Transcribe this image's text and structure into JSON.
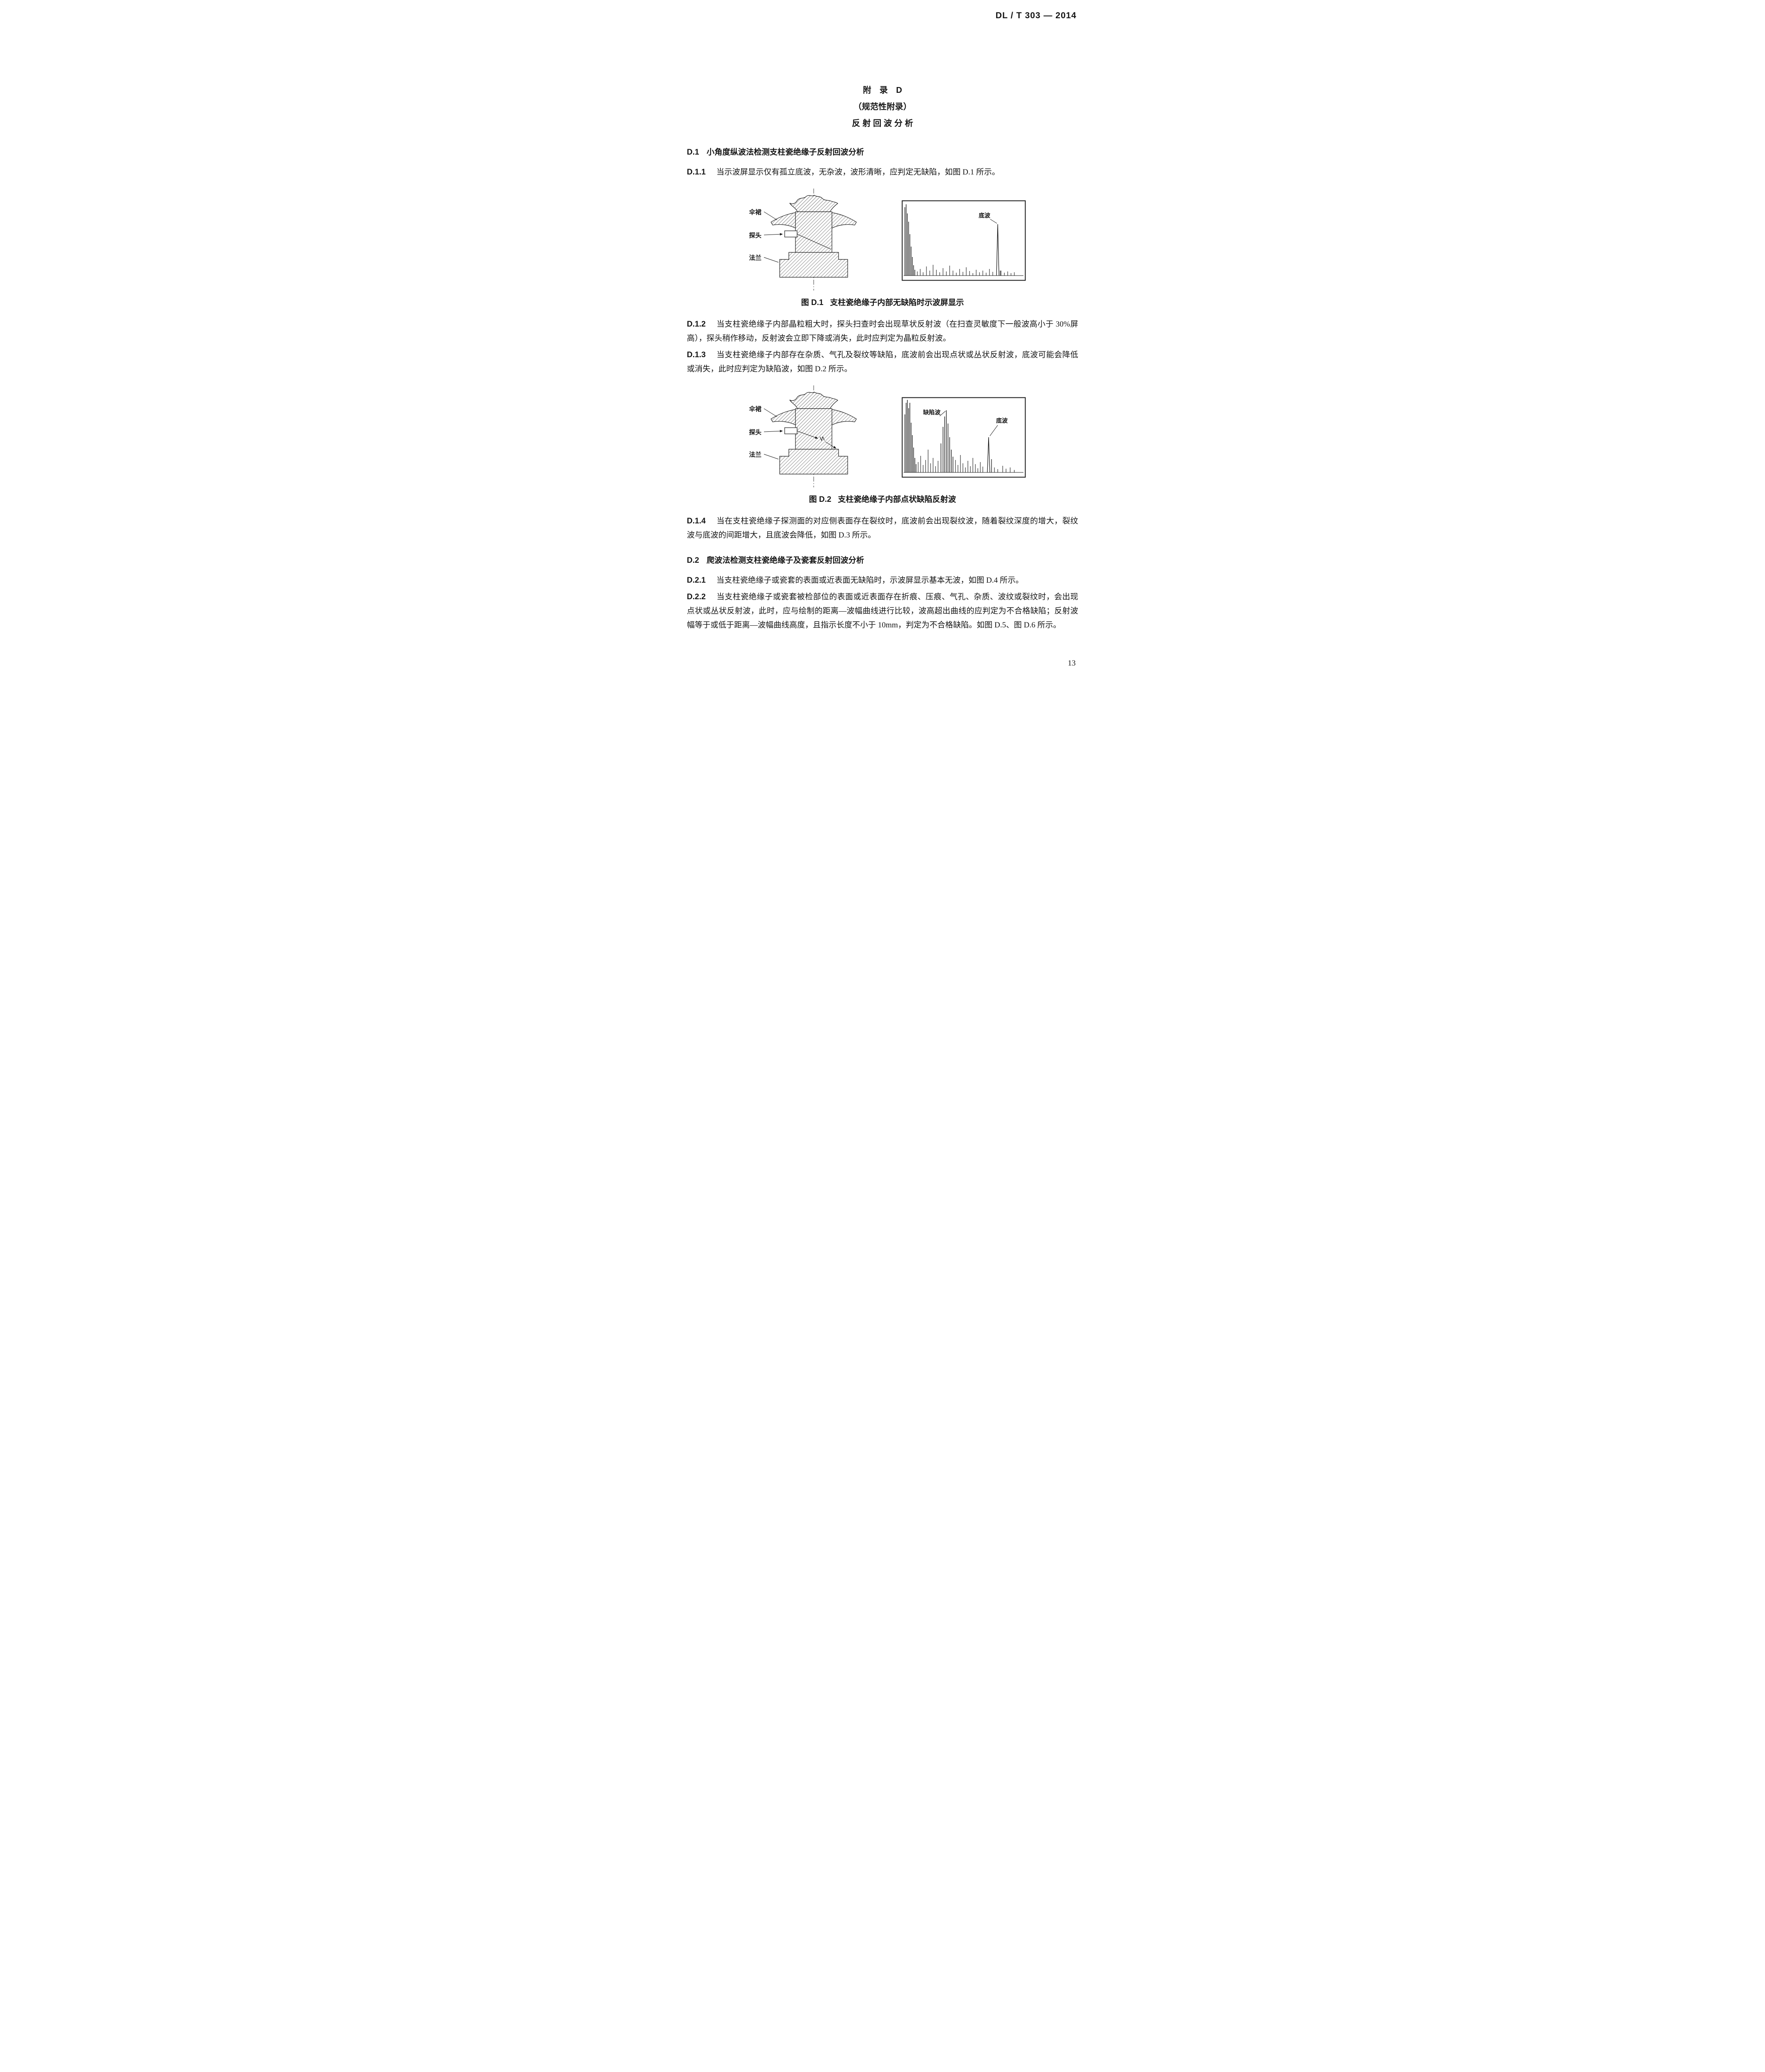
{
  "header": {
    "standard_number": "DL / T 303 — 2014"
  },
  "title": {
    "line1": "附　录　D",
    "line2": "（规范性附录）",
    "line3": "反 射 回 波 分 析"
  },
  "d1": {
    "num": "D.1",
    "title": "小角度纵波法检测支柱瓷绝缘子反射回波分析"
  },
  "d11": {
    "num": "D.1.1",
    "text": "当示波屏显示仅有孤立底波，无杂波，波形清晰，应判定无缺陷，如图 D.1 所示。"
  },
  "fig1": {
    "labels": {
      "shed": "伞裙",
      "probe": "探头",
      "flange": "法兰",
      "bottom_wave": "底波"
    },
    "caption_label": "图 D.1",
    "caption_text": "支柱瓷绝缘子内部无缺陷时示波屏显示"
  },
  "d12": {
    "num": "D.1.2",
    "text": "当支柱瓷绝缘子内部晶粒粗大时，探头扫查时会出现草状反射波（在扫查灵敏度下一般波高小于 30%屏高），探头稍作移动，反射波会立即下降或消失，此时应判定为晶粒反射波。"
  },
  "d13": {
    "num": "D.1.3",
    "text": "当支柱瓷绝缘子内部存在杂质、气孔及裂纹等缺陷，底波前会出现点状或丛状反射波，底波可能会降低或消失，此时应判定为缺陷波，如图 D.2 所示。"
  },
  "fig2": {
    "labels": {
      "shed": "伞裙",
      "probe": "探头",
      "flange": "法兰",
      "defect_wave": "缺陷波",
      "bottom_wave": "底波"
    },
    "caption_label": "图 D.2",
    "caption_text": "支柱瓷绝缘子内部点状缺陷反射波"
  },
  "d14": {
    "num": "D.1.4",
    "text": "当在支柱瓷绝缘子探测面的对应侧表面存在裂纹时，底波前会出现裂纹波，随着裂纹深度的增大，裂纹波与底波的间距增大，且底波会降低，如图 D.3 所示。"
  },
  "d2": {
    "num": "D.2",
    "title": "爬波法检测支柱瓷绝缘子及瓷套反射回波分析"
  },
  "d21": {
    "num": "D.2.1",
    "text": "当支柱瓷绝缘子或瓷套的表面或近表面无缺陷时，示波屏显示基本无波，如图 D.4 所示。"
  },
  "d22": {
    "num": "D.2.2",
    "text": "当支柱瓷绝缘子或瓷套被检部位的表面或近表面存在折痕、压痕、气孔、杂质、波纹或裂纹时，会出现点状或丛状反射波，此时，应与绘制的距离—波幅曲线进行比较，波高超出曲线的应判定为不合格缺陷；反射波幅等于或低于距离—波幅曲线高度，且指示长度不小于 10mm，判定为不合格缺陷。如图 D.5、图 D.6 所示。"
  },
  "footer": {
    "page_number": "13"
  }
}
